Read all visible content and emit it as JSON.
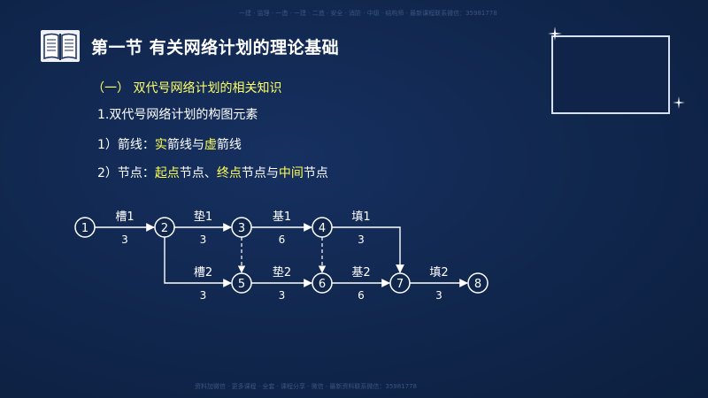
{
  "watermark_top": "一建 · 监理 · 一造 · 一建 · 二造 · 安全 · 消防 · 中级 · 结构师 · 最新课程联系微信：35981778",
  "watermark_bottom": "资料加微信 · 更多课程 · 全套 · 课程分享 · 微信 · 最新资料联系微信：35981778",
  "title": "第一节  有关网络计划的理论基础",
  "subtitle": "（一）  双代号网络计划的相关知识",
  "line1": "1.双代号网络计划的构图元素",
  "line2": {
    "p1": "1）箭线：",
    "h1": "实",
    "p2": "箭线与",
    "h2": "虚",
    "p3": "箭线"
  },
  "line3": {
    "p1": "2）节点：",
    "h1": "起点",
    "p2": "节点、",
    "h2": "终点",
    "p3": "节点与",
    "h3": "中间",
    "p4": "节点"
  },
  "network": {
    "nodes": [
      "1",
      "2",
      "3",
      "4",
      "5",
      "6",
      "7",
      "8"
    ],
    "activities": [
      {
        "from": "1",
        "to": "2",
        "name": "槽1",
        "duration": "3"
      },
      {
        "from": "2",
        "to": "3",
        "name": "垫1",
        "duration": "3"
      },
      {
        "from": "3",
        "to": "4",
        "name": "基1",
        "duration": "6"
      },
      {
        "from": "4",
        "to": "7",
        "name": "填1",
        "duration": "3"
      },
      {
        "from": "2",
        "to": "5",
        "name": "槽2",
        "duration": "3"
      },
      {
        "from": "5",
        "to": "6",
        "name": "垫2",
        "duration": "3"
      },
      {
        "from": "6",
        "to": "7",
        "name": "基2",
        "duration": "6"
      },
      {
        "from": "7",
        "to": "8",
        "name": "填2",
        "duration": "3"
      }
    ],
    "dummies": [
      {
        "from": "3",
        "to": "5"
      },
      {
        "from": "4",
        "to": "6"
      }
    ]
  },
  "colors": {
    "background": "#10264c",
    "text": "#ffffff",
    "highlight": "#ffff55"
  }
}
